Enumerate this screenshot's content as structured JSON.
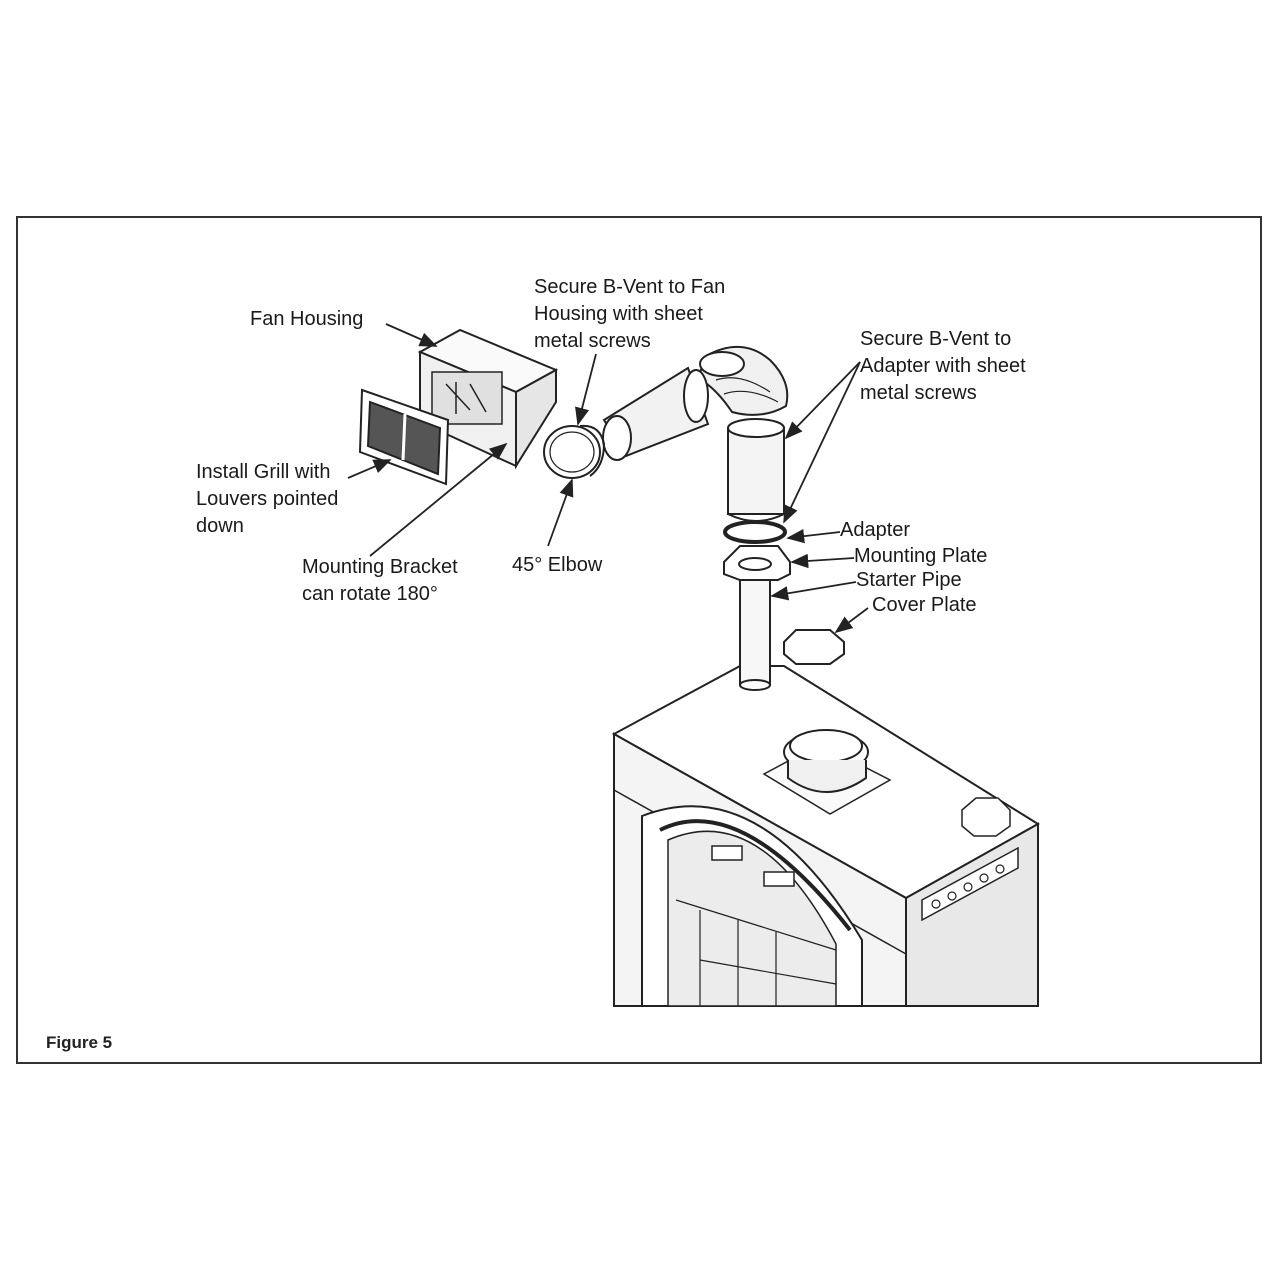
{
  "figure": {
    "caption": "Figure 5"
  },
  "labels": {
    "fan_housing": "Fan Housing",
    "secure_fan": "Secure B-Vent to Fan\nHousing with sheet\nmetal screws",
    "secure_adapter": "Secure B-Vent to\nAdapter with sheet\nmetal screws",
    "install_grill": "Install Grill with\nLouvers pointed\ndown",
    "mounting_bracket": "Mounting Bracket\ncan rotate 180°",
    "elbow": "45° Elbow",
    "adapter": "Adapter",
    "mounting_plate": "Mounting Plate",
    "starter_pipe": "Starter Pipe",
    "cover_plate": "Cover Plate"
  }
}
